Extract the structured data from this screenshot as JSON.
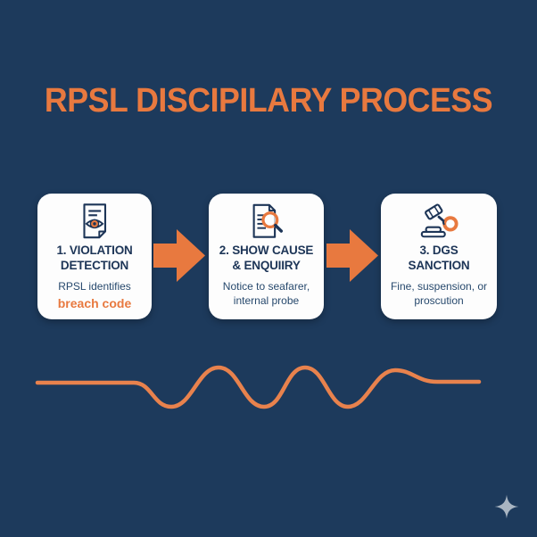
{
  "title": "RPSL DISCIPILARY PROCESS",
  "steps": [
    {
      "icon": "document-eye-icon",
      "heading_line1": "1. VIOLATION",
      "heading_line2": "DETECTION",
      "body_line1": "RPSL identifies",
      "body_line2": "breach code"
    },
    {
      "icon": "document-magnifier-icon",
      "heading_line1": "2. SHOW CAUSE",
      "heading_line2": "& ENQUIIRY",
      "body_line1": "Notice to seafarer,",
      "body_line2": "internal probe"
    },
    {
      "icon": "gavel-handcuff-icon",
      "heading_line1": "3. DGS",
      "heading_line2": "SANCTION",
      "body_line1": "Fine, suspension, or",
      "body_line2": "proscution"
    }
  ],
  "colors": {
    "background": "#1D3A5C",
    "accent_orange": "#E8793F",
    "wave_orange": "#E8824D",
    "card_background": "#FDFDFD",
    "heading_navy": "#1D3557",
    "body_navy": "#27496D",
    "sparkle_gray": "#A9B5C2"
  }
}
